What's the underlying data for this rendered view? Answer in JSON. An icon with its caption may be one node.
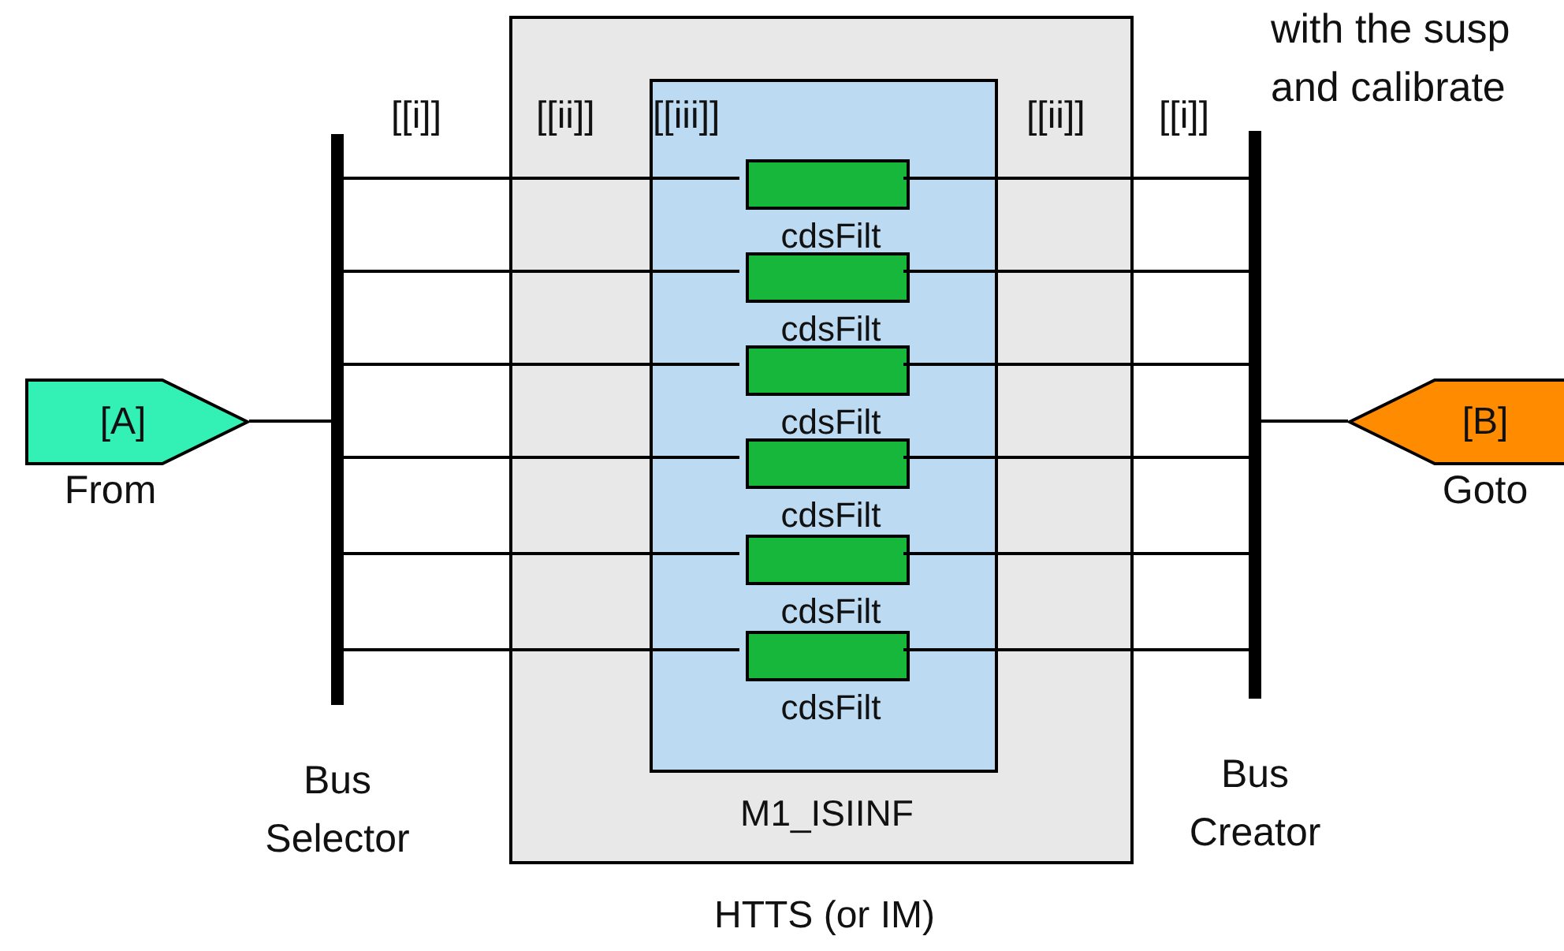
{
  "diagram": {
    "nodes": [
      {
        "text": [
          "[A]"
        ],
        "beside": [
          "From"
        ]
      },
      {
        "text": [],
        "shape": "bar",
        "beside": [
          "Bus Selector"
        ]
      },
      {
        "text": [
          "HTTS (or IM)"
        ]
      },
      {
        "text": [
          "M1_ISIINF"
        ],
        "in": 2
      },
      {
        "text": [
          "cdsFilt"
        ],
        "in": 3
      },
      {
        "text": [
          "cdsFilt"
        ],
        "in": 3
      },
      {
        "text": [
          "cdsFilt"
        ],
        "in": 3
      },
      {
        "text": [
          "cdsFilt"
        ],
        "in": 3
      },
      {
        "text": [
          "cdsFilt"
        ],
        "in": 3
      },
      {
        "text": [
          "cdsFilt"
        ],
        "in": 3
      },
      {
        "text": [],
        "shape": "bar",
        "beside": [
          "Bus Creator"
        ]
      },
      {
        "text": [
          "[B]"
        ],
        "beside": [
          "Goto"
        ]
      }
    ],
    "edges": [
      {
        "from": 0,
        "to": 1,
        "arrow": "none"
      },
      {
        "from": 1,
        "to": 4,
        "arrow": "none"
      },
      {
        "from": 1,
        "to": 5,
        "arrow": "none"
      },
      {
        "from": 1,
        "to": 6,
        "arrow": "none"
      },
      {
        "from": 1,
        "to": 7,
        "arrow": "none"
      },
      {
        "from": 1,
        "to": 8,
        "arrow": "none"
      },
      {
        "from": 1,
        "to": 9,
        "arrow": "none"
      },
      {
        "from": 4,
        "to": 10,
        "arrow": "none"
      },
      {
        "from": 5,
        "to": 10,
        "arrow": "none"
      },
      {
        "from": 6,
        "to": 10,
        "arrow": "none"
      },
      {
        "from": 7,
        "to": 10,
        "arrow": "none"
      },
      {
        "from": 8,
        "to": 10,
        "arrow": "none"
      },
      {
        "from": 9,
        "to": 10,
        "arrow": "none"
      },
      {
        "from": 10,
        "to": 11,
        "arrow": "none"
      }
    ],
    "labels": [
      "with the susp",
      "and calibrate",
      "[[i]]",
      "[[ii]]",
      "[[iii]]",
      "[[ii]]",
      "[[i]]"
    ]
  }
}
